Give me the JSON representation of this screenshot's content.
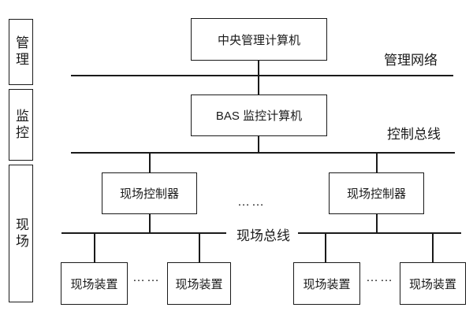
{
  "sidebar_layers": [
    {
      "label": "管理"
    },
    {
      "label": "监控"
    },
    {
      "label": "现场"
    }
  ],
  "nodes": {
    "central_computer": "中央管理计算机",
    "bas_computer": "BAS 监控计算机",
    "controllers": [
      "现场控制器",
      "现场控制器"
    ],
    "devices": [
      "现场装置",
      "现场装置",
      "现场装置",
      "现场装置"
    ]
  },
  "bus_labels": {
    "management_network": "管理网络",
    "control_bus": "控制总线",
    "field_bus": "现场总线"
  },
  "ellipses": [
    "……",
    "……",
    "……"
  ],
  "colors": {
    "line": "#1a1a1a",
    "background": "#ffffff"
  }
}
